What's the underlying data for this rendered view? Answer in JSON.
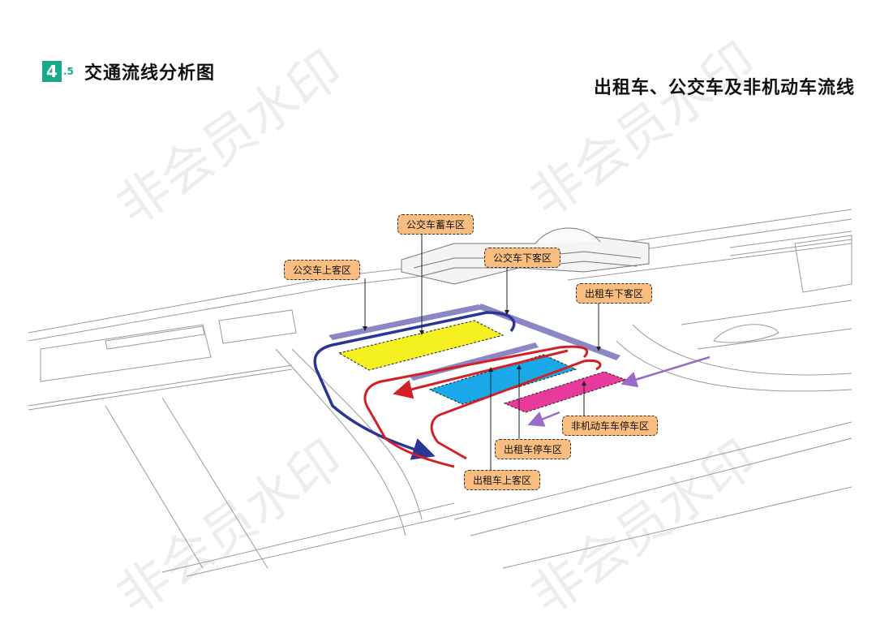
{
  "header": {
    "section_number": "4",
    "section_sub": ".5",
    "section_title": "交通流线分析图",
    "diagram_title": "出租车、公交车及非机动车流线"
  },
  "watermark": "非会员水印",
  "labels": {
    "bus_storage": "公交车蓄车区",
    "bus_boarding": "公交车上客区",
    "bus_alighting": "公交车下客区",
    "taxi_alighting": "出租车下客区",
    "nonmotor_parking": "非机动车车停车区",
    "taxi_parking": "出租车停车区",
    "taxi_boarding": "出租车上客区"
  },
  "colors": {
    "badge": "#1aa88a",
    "label_fill": "#f9be7f",
    "bus_zone": "#f5f01f",
    "taxi_zone": "#19a9e8",
    "nonmotor_zone": "#e83a9a",
    "bus_route": "#2b3596",
    "taxi_route": "#d32027",
    "nonmotor_route": "#9b6bc8",
    "platform": "#8b87c4"
  }
}
